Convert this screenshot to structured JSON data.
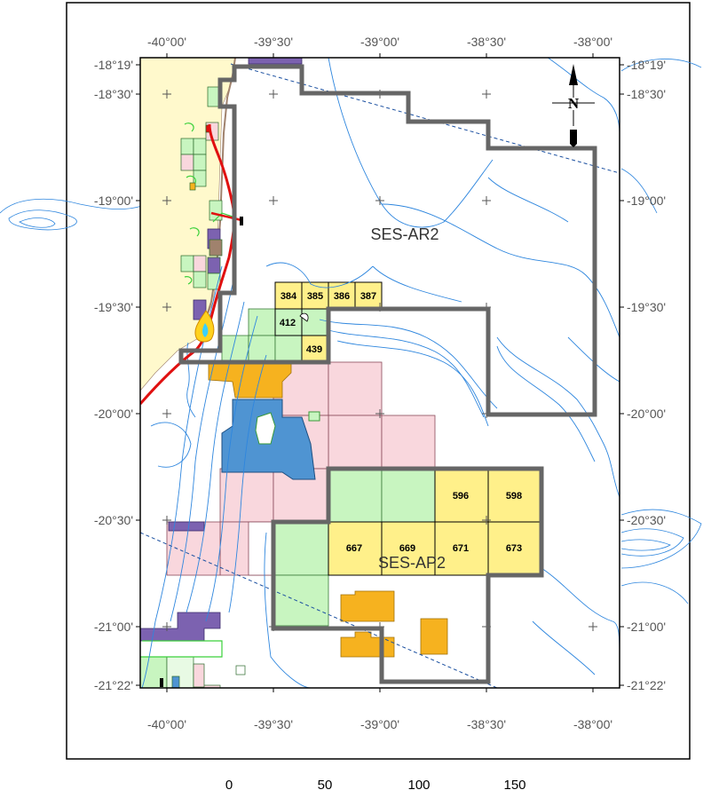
{
  "colors": {
    "land": "#fff9cc",
    "pink": "#f9d7dd",
    "green": "#c8f5c0",
    "yellow": "#fff08a",
    "orange": "#f6b21f",
    "blue": "#4f94d2",
    "purple": "#7c62b0",
    "outline": "#666666",
    "bathy": "#2e86de",
    "pipeline": "#e01010"
  },
  "axes": {
    "top": [
      "-40°00'",
      "-39°30'",
      "-39°00'",
      "-38°30'",
      "-38°00'"
    ],
    "bottom": [
      "-40°00'",
      "-39°30'",
      "-39°00'",
      "-38°30'",
      "-38°00'"
    ],
    "left": [
      "-18°19'",
      "-18°30'",
      "-19°00'",
      "-19°30'",
      "-20°00'",
      "-20°30'",
      "-21°00'",
      "-21°22'"
    ],
    "right": [
      "-18°19'",
      "-18°30'",
      "-19°00'",
      "-19°30'",
      "-20°00'",
      "-20°30'",
      "-21°00'",
      "-21°22'"
    ]
  },
  "north": {
    "label": "N"
  },
  "areas": {
    "north_area": "SES-AR2",
    "south_area": "SES-AP2"
  },
  "blocks": {
    "b384": "384",
    "b385": "385",
    "b386": "386",
    "b387": "387",
    "b412": "412",
    "b439": "439",
    "b596": "596",
    "b598": "598",
    "b667": "667",
    "b669": "669",
    "b671": "671",
    "b673": "673"
  },
  "scale": {
    "ticks": [
      "0",
      "50",
      "100",
      "150"
    ]
  }
}
